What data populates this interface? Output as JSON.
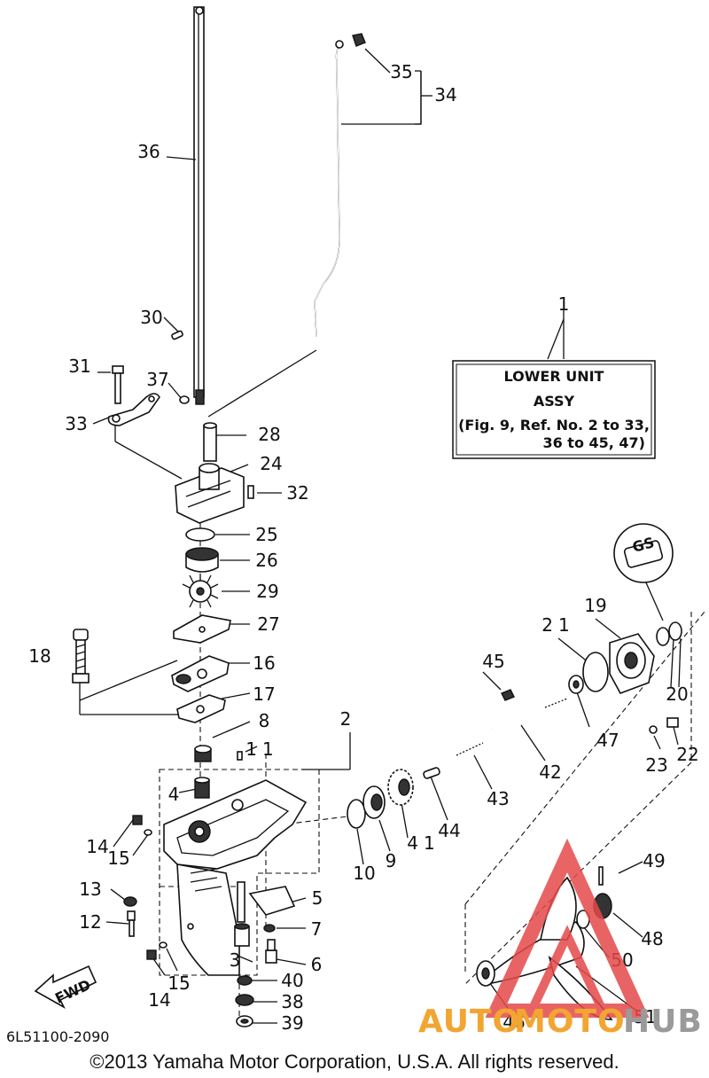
{
  "diagram": {
    "part_labels": [
      "1",
      "2",
      "3",
      "4",
      "5",
      "6",
      "7",
      "8",
      "9",
      "10",
      "11",
      "12",
      "13",
      "14",
      "14",
      "15",
      "15",
      "16",
      "17",
      "18",
      "19",
      "20",
      "21",
      "22",
      "23",
      "24",
      "25",
      "26",
      "27",
      "28",
      "29",
      "30",
      "31",
      "32",
      "33",
      "34",
      "35",
      "36",
      "37",
      "38",
      "39",
      "40",
      "41",
      "42",
      "43",
      "44",
      "45",
      "46",
      "47",
      "48",
      "49",
      "50",
      "51"
    ],
    "assembly_box": {
      "title": "LOWER UNIT",
      "subtitle": "ASSY",
      "ref_line1": "(Fig. 9, Ref. No. 2 to 33,",
      "ref_line2": "36 to 45, 47)"
    },
    "gs_label": "GS",
    "fwd_label": "FWD",
    "drawing_code": "6L51100-2090"
  },
  "footer": {
    "copyright": "©2013 Yamaha Motor Corporation, U.S.A. All rights reserved."
  },
  "watermark": {
    "part1": "AUTO",
    "part2": "MOTO",
    "part3": "HUB",
    "color1": "#f2a531",
    "color2": "#9a9a9a",
    "logo_color": "#e54a4a"
  }
}
